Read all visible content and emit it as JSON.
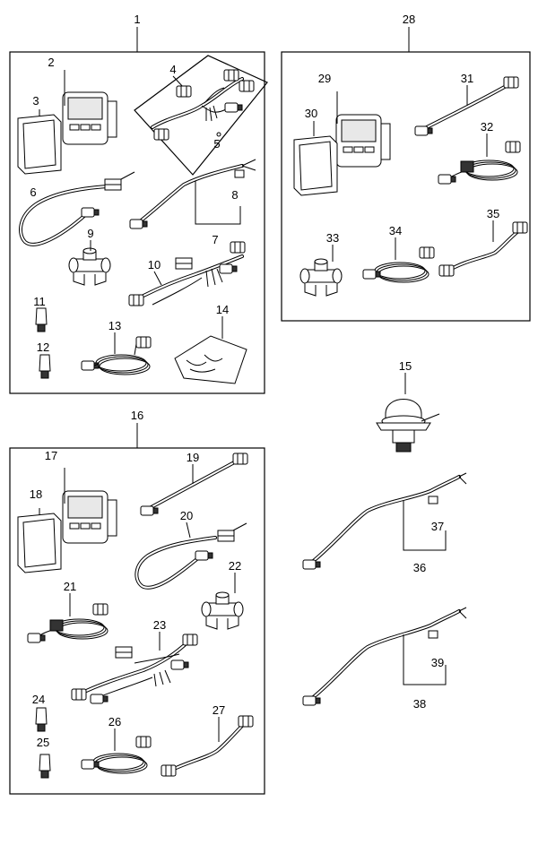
{
  "callouts": {
    "c1": "1",
    "c2": "2",
    "c3": "3",
    "c4": "4",
    "c5": "5",
    "c6": "6",
    "c7": "7",
    "c8": "8",
    "c9": "9",
    "c10": "10",
    "c11": "11",
    "c12": "12",
    "c13": "13",
    "c14": "14",
    "c15": "15",
    "c16": "16",
    "c17": "17",
    "c18": "18",
    "c19": "19",
    "c20": "20",
    "c21": "21",
    "c22": "22",
    "c23": "23",
    "c24": "24",
    "c25": "25",
    "c26": "26",
    "c27": "27",
    "c28": "28",
    "c29": "29",
    "c30": "30",
    "c31": "31",
    "c32": "32",
    "c33": "33",
    "c34": "34",
    "c35": "35",
    "c36": "36",
    "c37": "37",
    "c38": "38",
    "c39": "39"
  }
}
